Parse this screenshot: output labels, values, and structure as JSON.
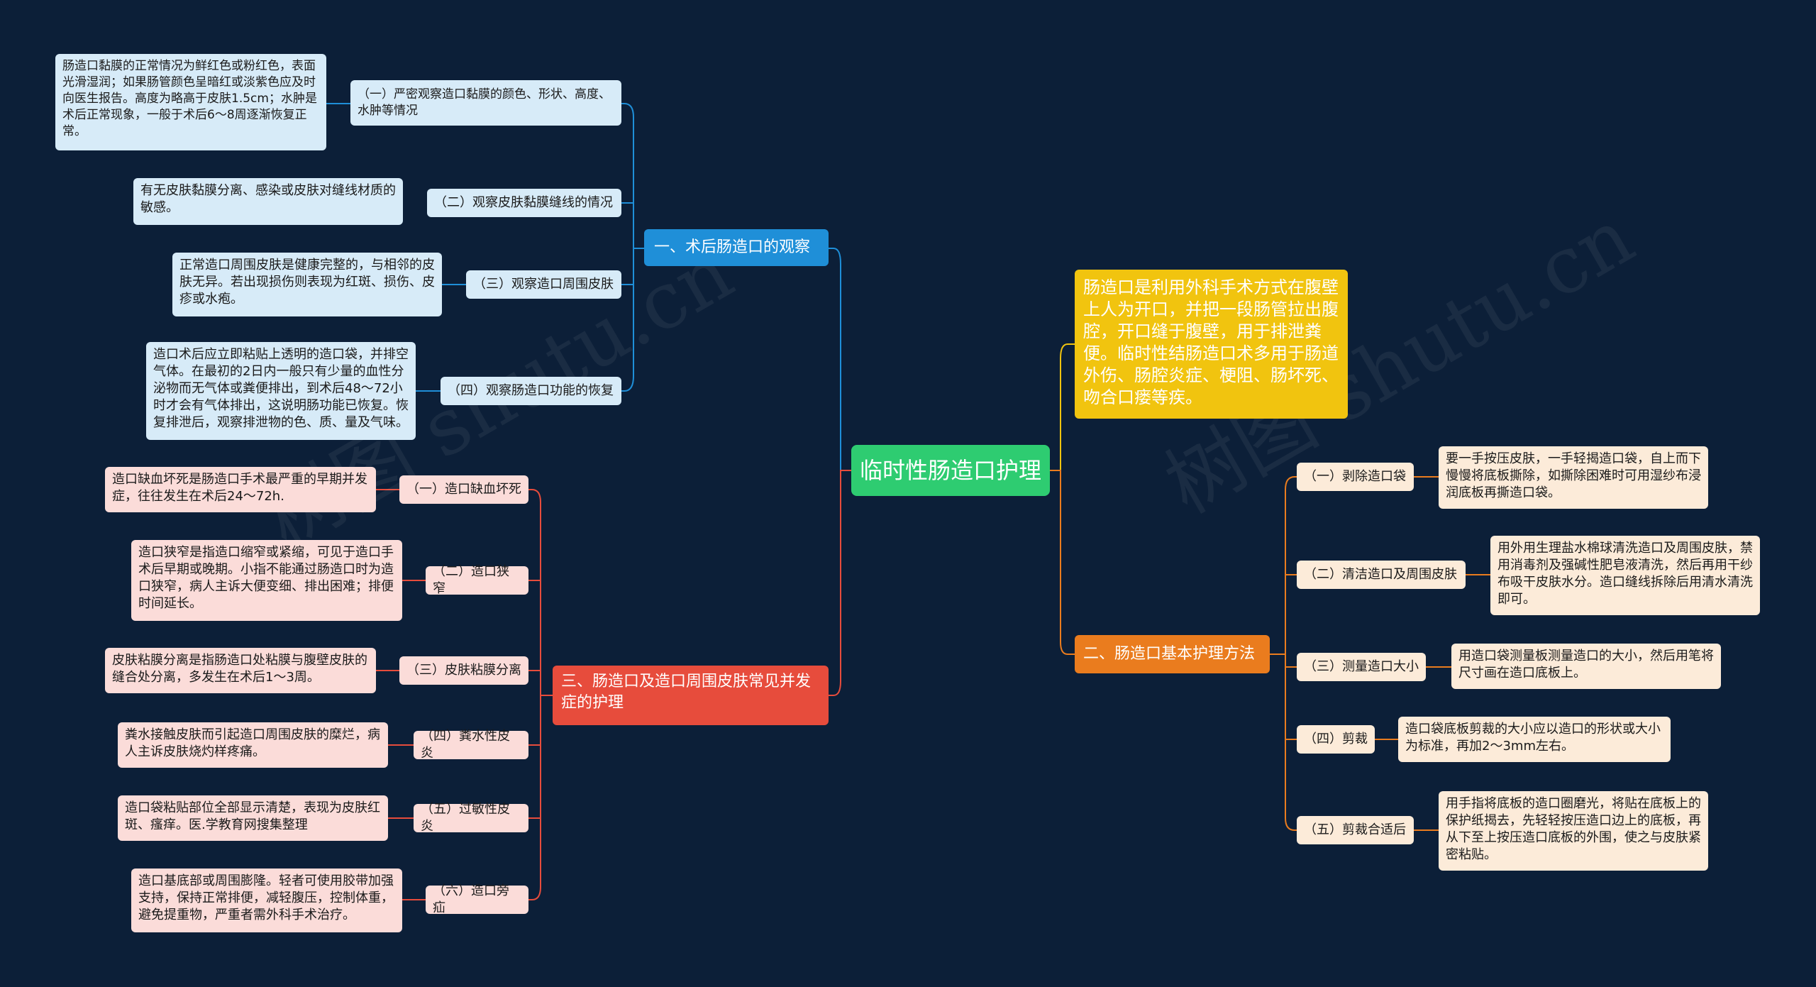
{
  "watermark": "树图 shutu.cn",
  "colors": {
    "background": "#0c1f38",
    "center": "#2ecc71",
    "intro": "#f1c40f",
    "branch1": "#1f8fd8",
    "branch2": "#ea7c1e",
    "branch3": "#e74c3c"
  },
  "center": {
    "title": "临时性肠造口护理"
  },
  "intro": {
    "text": "肠造口是利用外科手术方式在腹壁上人为开口，并把一段肠管拉出腹腔，开口缝于腹壁，用于排泄粪便。临时性结肠造口术多用于肠道外伤、肠腔炎症、梗阻、肠坏死、吻合口瘘等疾。"
  },
  "branch1": {
    "title": "一、术后肠造口的观察",
    "items": [
      {
        "label": "（一）严密观察造口黏膜的颜色、形状、高度、水肿等情况",
        "detail": "肠造口黏膜的正常情况为鲜红色或粉红色，表面光滑湿润；如果肠管颜色呈暗红或淡紫色应及时向医生报告。高度为略高于皮肤1.5cm；水肿是术后正常现象，一般于术后6～8周逐渐恢复正常。"
      },
      {
        "label": "（二）观察皮肤黏膜缝线的情况",
        "detail": "有无皮肤黏膜分离、感染或皮肤对缝线材质的敏感。"
      },
      {
        "label": "（三）观察造口周围皮肤",
        "detail": "正常造口周围皮肤是健康完整的，与相邻的皮肤无异。若出现损伤则表现为红斑、损伤、皮疹或水疱。"
      },
      {
        "label": "（四）观察肠造口功能的恢复",
        "detail": "造口术后应立即粘贴上透明的造口袋，并排空气体。在最初的2日内一般只有少量的血性分泌物而无气体或粪便排出，到术后48～72小时才会有气体排出，这说明肠功能已恢复。恢复排泄后，观察排泄物的色、质、量及气味。"
      }
    ]
  },
  "branch2": {
    "title": "二、肠造口基本护理方法",
    "items": [
      {
        "label": "（一）剥除造口袋",
        "detail": "要一手按压皮肤，一手轻揭造口袋，自上而下慢慢将底板撕除，如撕除困难时可用湿纱布浸润底板再撕造口袋。"
      },
      {
        "label": "（二）清洁造口及周围皮肤",
        "detail": "用外用生理盐水棉球清洗造口及周围皮肤，禁用消毒剂及强碱性肥皂液清洗，然后再用干纱布吸干皮肤水分。造口缝线拆除后用清水清洗即可。"
      },
      {
        "label": "（三）测量造口大小",
        "detail": "用造口袋测量板测量造口的大小，然后用笔将尺寸画在造口底板上。"
      },
      {
        "label": "（四）剪裁",
        "detail": "造口袋底板剪裁的大小应以造口的形状或大小为标准，再加2～3mm左右。"
      },
      {
        "label": "（五）剪裁合适后",
        "detail": "用手指将底板的造口圈磨光，将贴在底板上的保护纸揭去，先轻轻按压造口边上的底板，再从下至上按压造口底板的外围，使之与皮肤紧密粘贴。"
      }
    ]
  },
  "branch3": {
    "title": "三、肠造口及造口周围皮肤常见并发症的护理",
    "items": [
      {
        "label": "（一）造口缺血坏死",
        "detail": "造口缺血坏死是肠造口手术最严重的早期并发症，往往发生在术后24～72h."
      },
      {
        "label": "（二）造口狭窄",
        "detail": "造口狭窄是指造口缩窄或紧缩，可见于造口手术后早期或晚期。小指不能通过肠造口时为造口狭窄，病人主诉大便变细、排出困难；排便时间延长。"
      },
      {
        "label": "（三）皮肤粘膜分离",
        "detail": "皮肤粘膜分离是指肠造口处粘膜与腹壁皮肤的缝合处分离，多发生在术后1～3周。"
      },
      {
        "label": "（四）粪水性皮炎",
        "detail": "粪水接触皮肤而引起造口周围皮肤的糜烂，病人主诉皮肤烧灼样疼痛。"
      },
      {
        "label": "（五）过敏性皮炎",
        "detail": "造口袋粘贴部位全部显示清楚，表现为皮肤红斑、瘙痒。医.学教育网搜集整理"
      },
      {
        "label": "（六）造口旁疝",
        "detail": "造口基底部或周围膨隆。轻者可使用胶带加强支持，保持正常排便，减轻腹压，控制体重，避免提重物，严重者需外科手术治疗。"
      }
    ]
  }
}
